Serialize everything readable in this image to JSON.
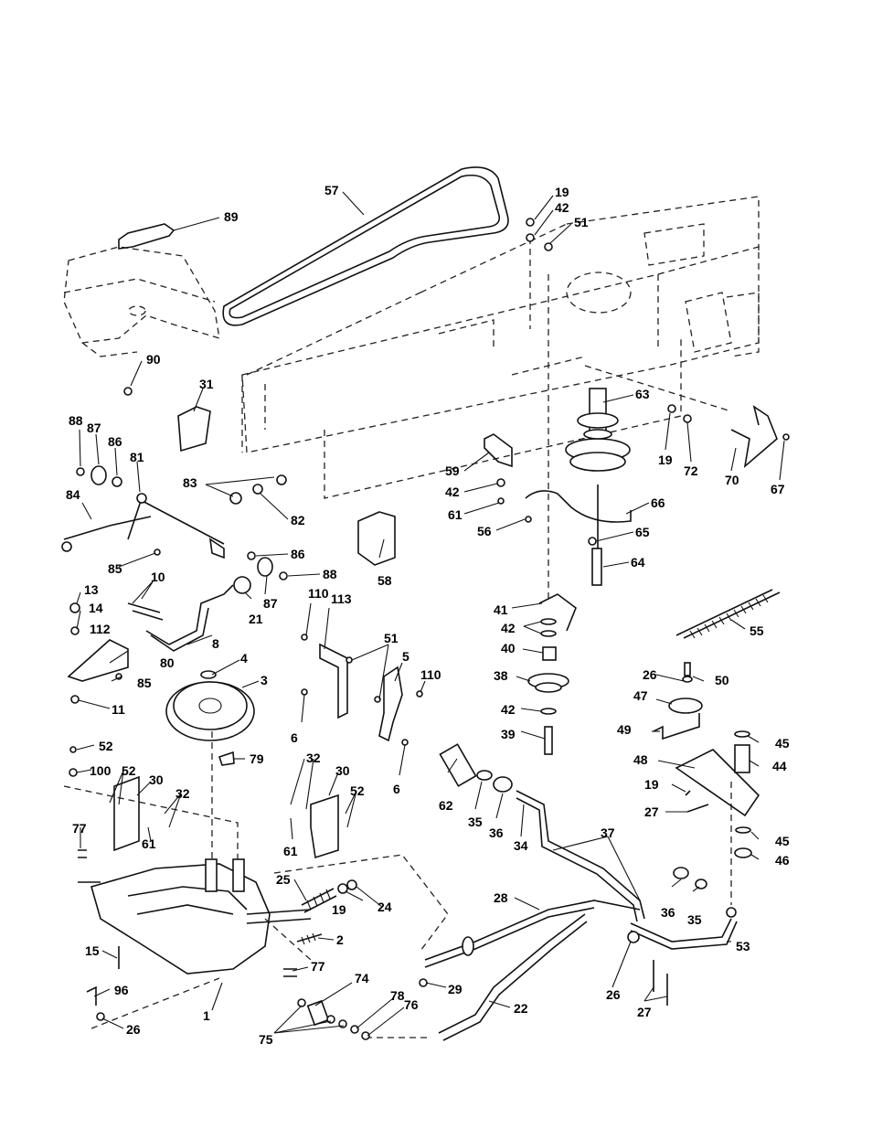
{
  "callouts": [
    {
      "id": "c57",
      "text": "57"
    },
    {
      "id": "c89",
      "text": "89"
    },
    {
      "id": "c19a",
      "text": "19"
    },
    {
      "id": "c42a",
      "text": "42"
    },
    {
      "id": "c51a",
      "text": "51"
    },
    {
      "id": "c90",
      "text": "90"
    },
    {
      "id": "c31",
      "text": "31"
    },
    {
      "id": "c63",
      "text": "63"
    },
    {
      "id": "c19b",
      "text": "19"
    },
    {
      "id": "c72",
      "text": "72"
    },
    {
      "id": "c70",
      "text": "70"
    },
    {
      "id": "c67",
      "text": "67"
    },
    {
      "id": "c88a",
      "text": "88"
    },
    {
      "id": "c87a",
      "text": "87"
    },
    {
      "id": "c86a",
      "text": "86"
    },
    {
      "id": "c81",
      "text": "81"
    },
    {
      "id": "c83",
      "text": "83"
    },
    {
      "id": "c82",
      "text": "82"
    },
    {
      "id": "c59",
      "text": "59"
    },
    {
      "id": "c42b",
      "text": "42"
    },
    {
      "id": "c61a",
      "text": "61"
    },
    {
      "id": "c56",
      "text": "56"
    },
    {
      "id": "c66",
      "text": "66"
    },
    {
      "id": "c65",
      "text": "65"
    },
    {
      "id": "c64",
      "text": "64"
    },
    {
      "id": "c84",
      "text": "84"
    },
    {
      "id": "c85a",
      "text": "85"
    },
    {
      "id": "c86b",
      "text": "86"
    },
    {
      "id": "c88b",
      "text": "88"
    },
    {
      "id": "c87b",
      "text": "87"
    },
    {
      "id": "c58",
      "text": "58"
    },
    {
      "id": "c10",
      "text": "10"
    },
    {
      "id": "c21",
      "text": "21"
    },
    {
      "id": "c13",
      "text": "13"
    },
    {
      "id": "c14",
      "text": "14"
    },
    {
      "id": "c112",
      "text": "112"
    },
    {
      "id": "c80",
      "text": "80"
    },
    {
      "id": "c85b",
      "text": "85"
    },
    {
      "id": "c11",
      "text": "11"
    },
    {
      "id": "c8",
      "text": "8"
    },
    {
      "id": "c110a",
      "text": "110"
    },
    {
      "id": "c113",
      "text": "113"
    },
    {
      "id": "c51b",
      "text": "51"
    },
    {
      "id": "c5",
      "text": "5"
    },
    {
      "id": "c110b",
      "text": "110"
    },
    {
      "id": "c6a",
      "text": "6"
    },
    {
      "id": "c6b",
      "text": "6"
    },
    {
      "id": "c41",
      "text": "41"
    },
    {
      "id": "c42c",
      "text": "42"
    },
    {
      "id": "c40",
      "text": "40"
    },
    {
      "id": "c38",
      "text": "38"
    },
    {
      "id": "c42d",
      "text": "42"
    },
    {
      "id": "c39",
      "text": "39"
    },
    {
      "id": "c55",
      "text": "55"
    },
    {
      "id": "c4",
      "text": "4"
    },
    {
      "id": "c3",
      "text": "3"
    },
    {
      "id": "c79",
      "text": "79"
    },
    {
      "id": "c52a",
      "text": "52"
    },
    {
      "id": "c100",
      "text": "100"
    },
    {
      "id": "c52b",
      "text": "52"
    },
    {
      "id": "c30a",
      "text": "30"
    },
    {
      "id": "c32a",
      "text": "32"
    },
    {
      "id": "c61b",
      "text": "61"
    },
    {
      "id": "c77a",
      "text": "77"
    },
    {
      "id": "c32b",
      "text": "32"
    },
    {
      "id": "c30b",
      "text": "30"
    },
    {
      "id": "c52c",
      "text": "52"
    },
    {
      "id": "c61c",
      "text": "61"
    },
    {
      "id": "c26a",
      "text": "26"
    },
    {
      "id": "c50",
      "text": "50"
    },
    {
      "id": "c47",
      "text": "47"
    },
    {
      "id": "c49",
      "text": "49"
    },
    {
      "id": "c45a",
      "text": "45"
    },
    {
      "id": "c44",
      "text": "44"
    },
    {
      "id": "c48",
      "text": "48"
    },
    {
      "id": "c19c",
      "text": "19"
    },
    {
      "id": "c27a",
      "text": "27"
    },
    {
      "id": "c45b",
      "text": "45"
    },
    {
      "id": "c46",
      "text": "46"
    },
    {
      "id": "c62",
      "text": "62"
    },
    {
      "id": "c35a",
      "text": "35"
    },
    {
      "id": "c36a",
      "text": "36"
    },
    {
      "id": "c34",
      "text": "34"
    },
    {
      "id": "c37",
      "text": "37"
    },
    {
      "id": "c25",
      "text": "25"
    },
    {
      "id": "c19d",
      "text": "19"
    },
    {
      "id": "c24",
      "text": "24"
    },
    {
      "id": "c2",
      "text": "2"
    },
    {
      "id": "c28",
      "text": "28"
    },
    {
      "id": "c36b",
      "text": "36"
    },
    {
      "id": "c35b",
      "text": "35"
    },
    {
      "id": "c53",
      "text": "53"
    },
    {
      "id": "c15",
      "text": "15"
    },
    {
      "id": "c77b",
      "text": "77"
    },
    {
      "id": "c96",
      "text": "96"
    },
    {
      "id": "c1",
      "text": "1"
    },
    {
      "id": "c74",
      "text": "74"
    },
    {
      "id": "c29",
      "text": "29"
    },
    {
      "id": "c22",
      "text": "22"
    },
    {
      "id": "c26b",
      "text": "26"
    },
    {
      "id": "c27b",
      "text": "27"
    },
    {
      "id": "c78",
      "text": "78"
    },
    {
      "id": "c76",
      "text": "76"
    },
    {
      "id": "c75",
      "text": "75"
    },
    {
      "id": "c26c",
      "text": "26"
    }
  ]
}
